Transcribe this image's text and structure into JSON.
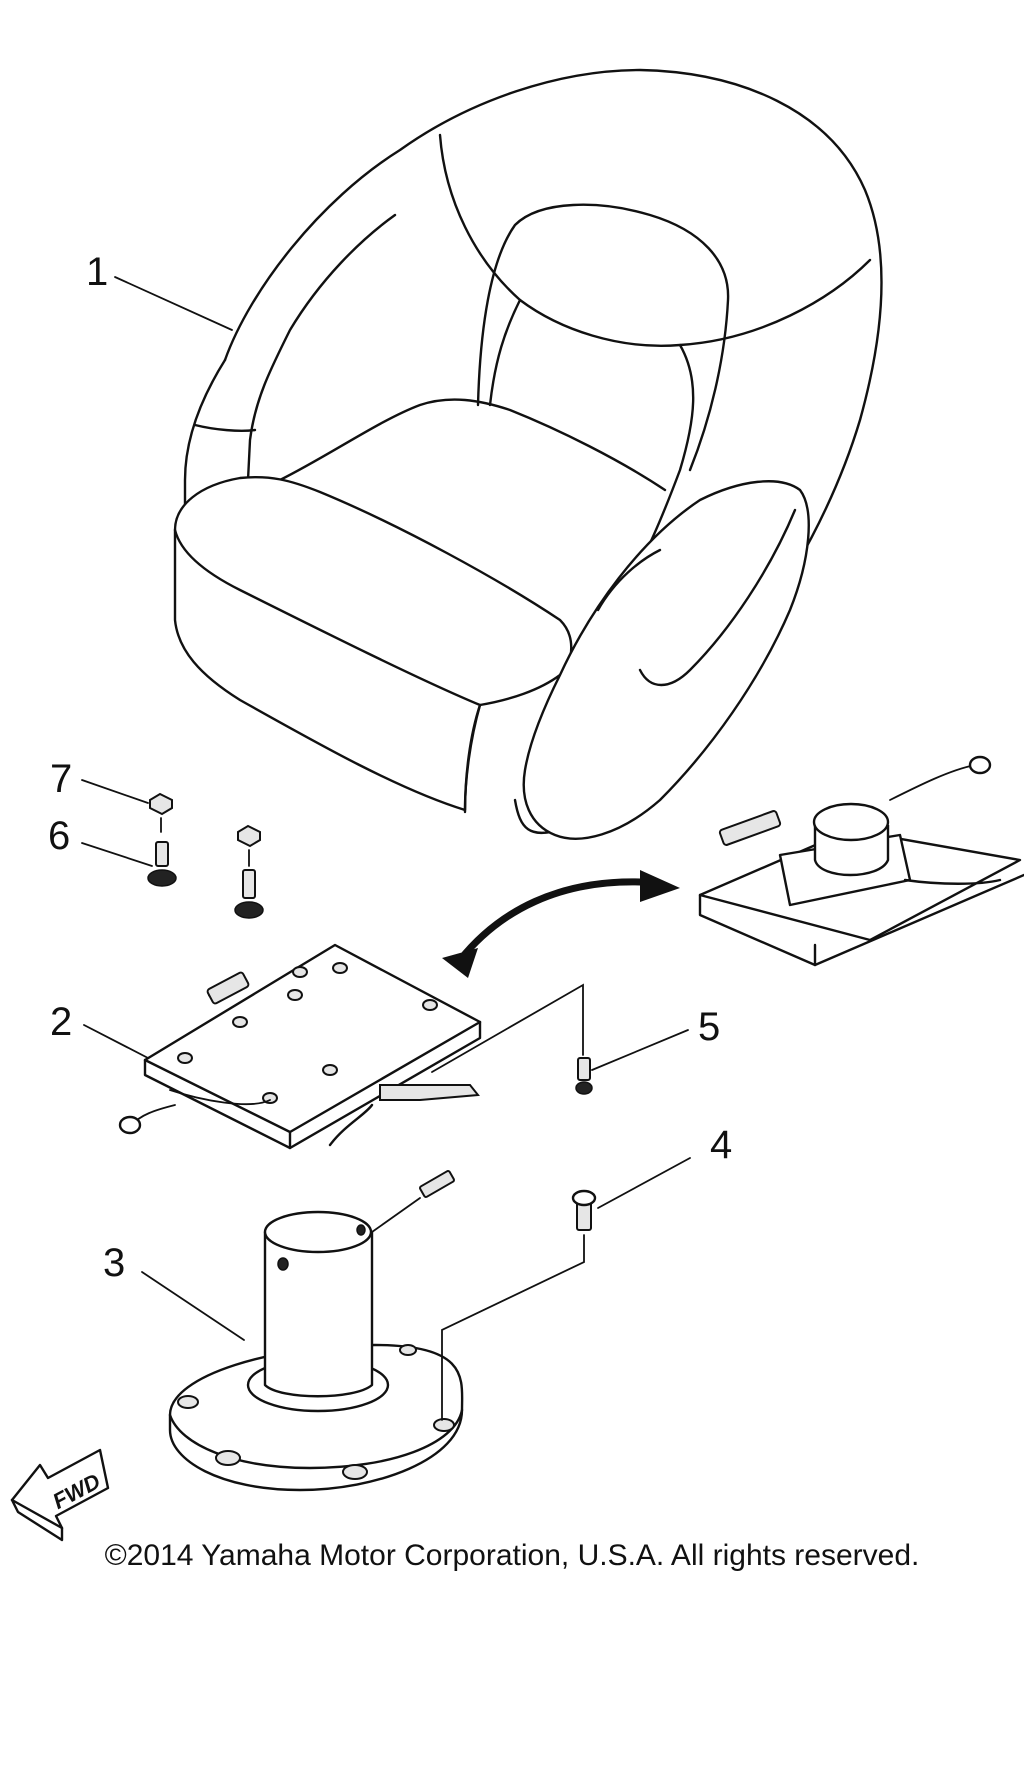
{
  "callouts": [
    {
      "id": "1",
      "label": "1"
    },
    {
      "id": "2",
      "label": "2"
    },
    {
      "id": "3",
      "label": "3"
    },
    {
      "id": "4",
      "label": "4"
    },
    {
      "id": "5",
      "label": "5"
    },
    {
      "id": "6",
      "label": "6"
    },
    {
      "id": "7",
      "label": "7"
    }
  ],
  "fwd_label": "FWD",
  "copyright": "©2014 Yamaha Motor Corporation, U.S.A. All rights reserved."
}
